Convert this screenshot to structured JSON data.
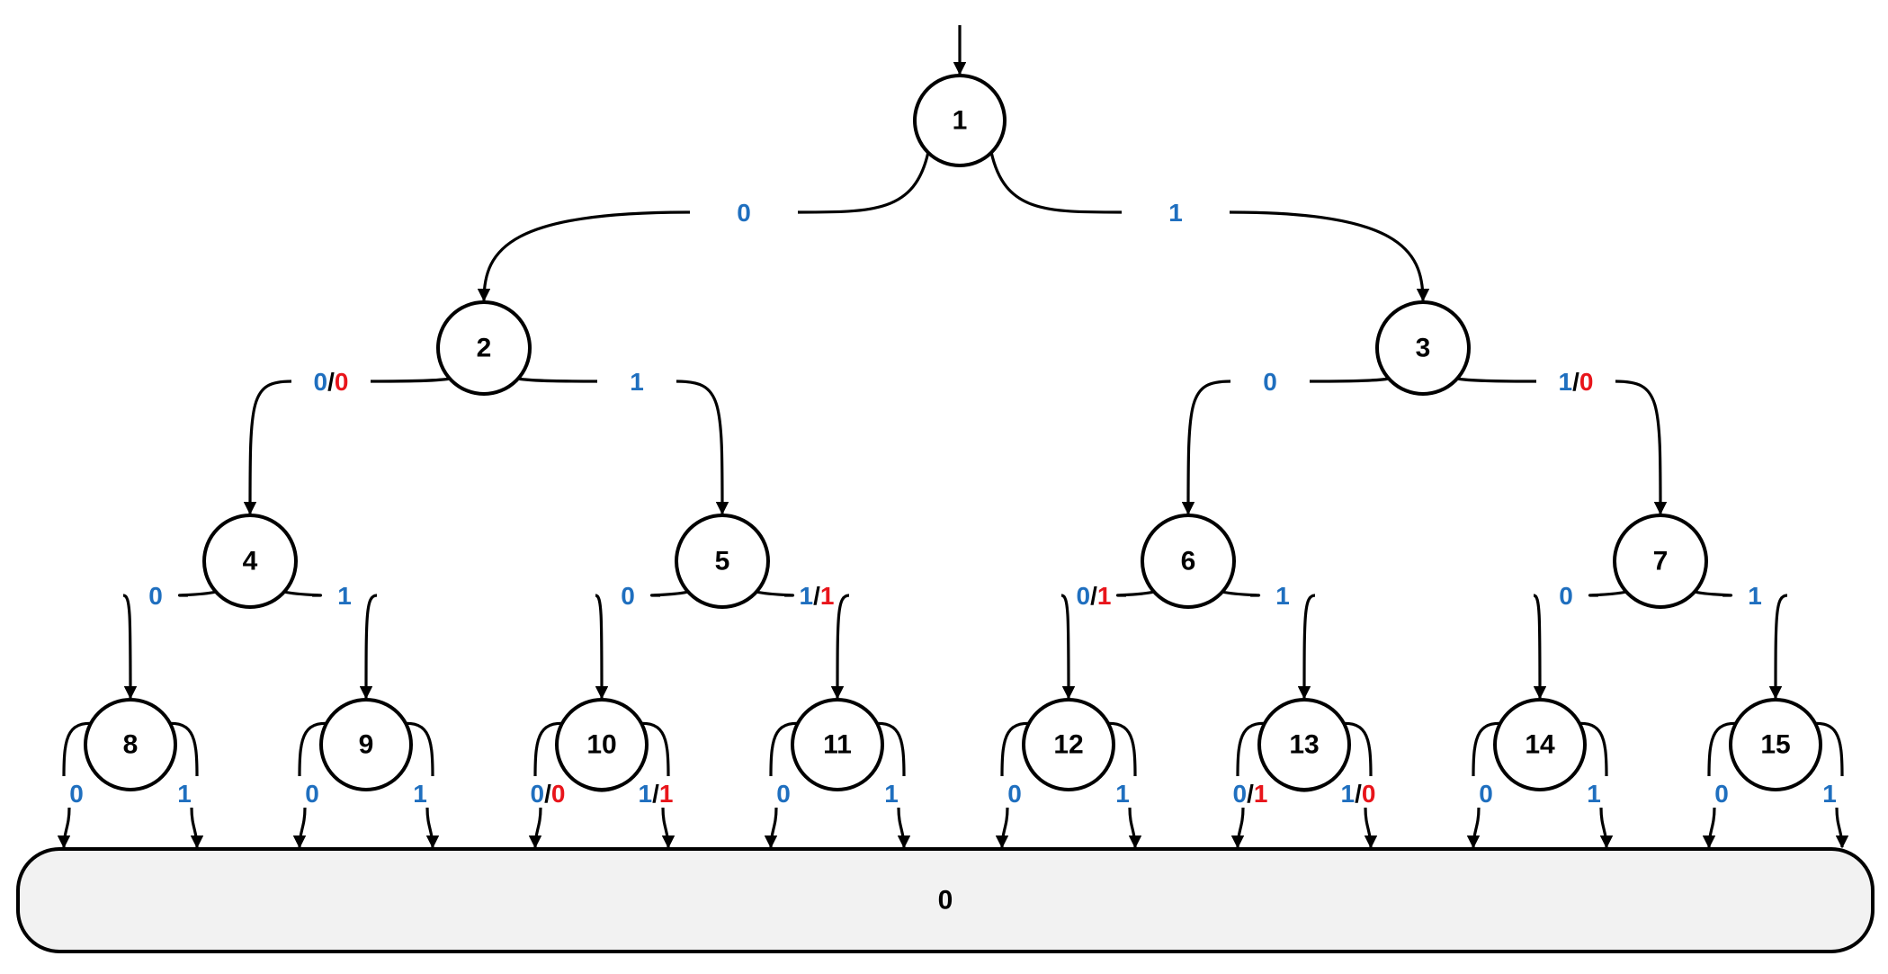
{
  "colors": {
    "input_bit": "#1f6fbf",
    "output_bit": "#e8151b",
    "stroke": "#000000",
    "sink_fill": "#f2f2f2"
  },
  "nodes": [
    "1",
    "2",
    "3",
    "4",
    "5",
    "6",
    "7",
    "8",
    "9",
    "10",
    "11",
    "12",
    "13",
    "14",
    "15"
  ],
  "sink": {
    "label": "0"
  },
  "edges": [
    {
      "from": "1",
      "to": "2",
      "input": "0",
      "output": ""
    },
    {
      "from": "1",
      "to": "3",
      "input": "1",
      "output": ""
    },
    {
      "from": "2",
      "to": "4",
      "input": "0",
      "output": "0"
    },
    {
      "from": "2",
      "to": "5",
      "input": "1",
      "output": ""
    },
    {
      "from": "3",
      "to": "6",
      "input": "0",
      "output": ""
    },
    {
      "from": "3",
      "to": "7",
      "input": "1",
      "output": "0"
    },
    {
      "from": "4",
      "to": "8",
      "input": "0",
      "output": ""
    },
    {
      "from": "4",
      "to": "9",
      "input": "1",
      "output": ""
    },
    {
      "from": "5",
      "to": "10",
      "input": "0",
      "output": ""
    },
    {
      "from": "5",
      "to": "11",
      "input": "1",
      "output": "1"
    },
    {
      "from": "6",
      "to": "12",
      "input": "0",
      "output": "1"
    },
    {
      "from": "6",
      "to": "13",
      "input": "1",
      "output": ""
    },
    {
      "from": "7",
      "to": "14",
      "input": "0",
      "output": ""
    },
    {
      "from": "7",
      "to": "15",
      "input": "1",
      "output": ""
    },
    {
      "from": "8",
      "to": "sink",
      "input": "0",
      "output": ""
    },
    {
      "from": "8",
      "to": "sink",
      "input": "1",
      "output": ""
    },
    {
      "from": "9",
      "to": "sink",
      "input": "0",
      "output": ""
    },
    {
      "from": "9",
      "to": "sink",
      "input": "1",
      "output": ""
    },
    {
      "from": "10",
      "to": "sink",
      "input": "0",
      "output": "0"
    },
    {
      "from": "10",
      "to": "sink",
      "input": "1",
      "output": "1"
    },
    {
      "from": "11",
      "to": "sink",
      "input": "0",
      "output": ""
    },
    {
      "from": "11",
      "to": "sink",
      "input": "1",
      "output": ""
    },
    {
      "from": "12",
      "to": "sink",
      "input": "0",
      "output": ""
    },
    {
      "from": "12",
      "to": "sink",
      "input": "1",
      "output": ""
    },
    {
      "from": "13",
      "to": "sink",
      "input": "0",
      "output": "1"
    },
    {
      "from": "13",
      "to": "sink",
      "input": "1",
      "output": "0"
    },
    {
      "from": "14",
      "to": "sink",
      "input": "0",
      "output": ""
    },
    {
      "from": "14",
      "to": "sink",
      "input": "1",
      "output": ""
    },
    {
      "from": "15",
      "to": "sink",
      "input": "0",
      "output": ""
    },
    {
      "from": "15",
      "to": "sink",
      "input": "1",
      "output": ""
    }
  ],
  "separator": "/"
}
